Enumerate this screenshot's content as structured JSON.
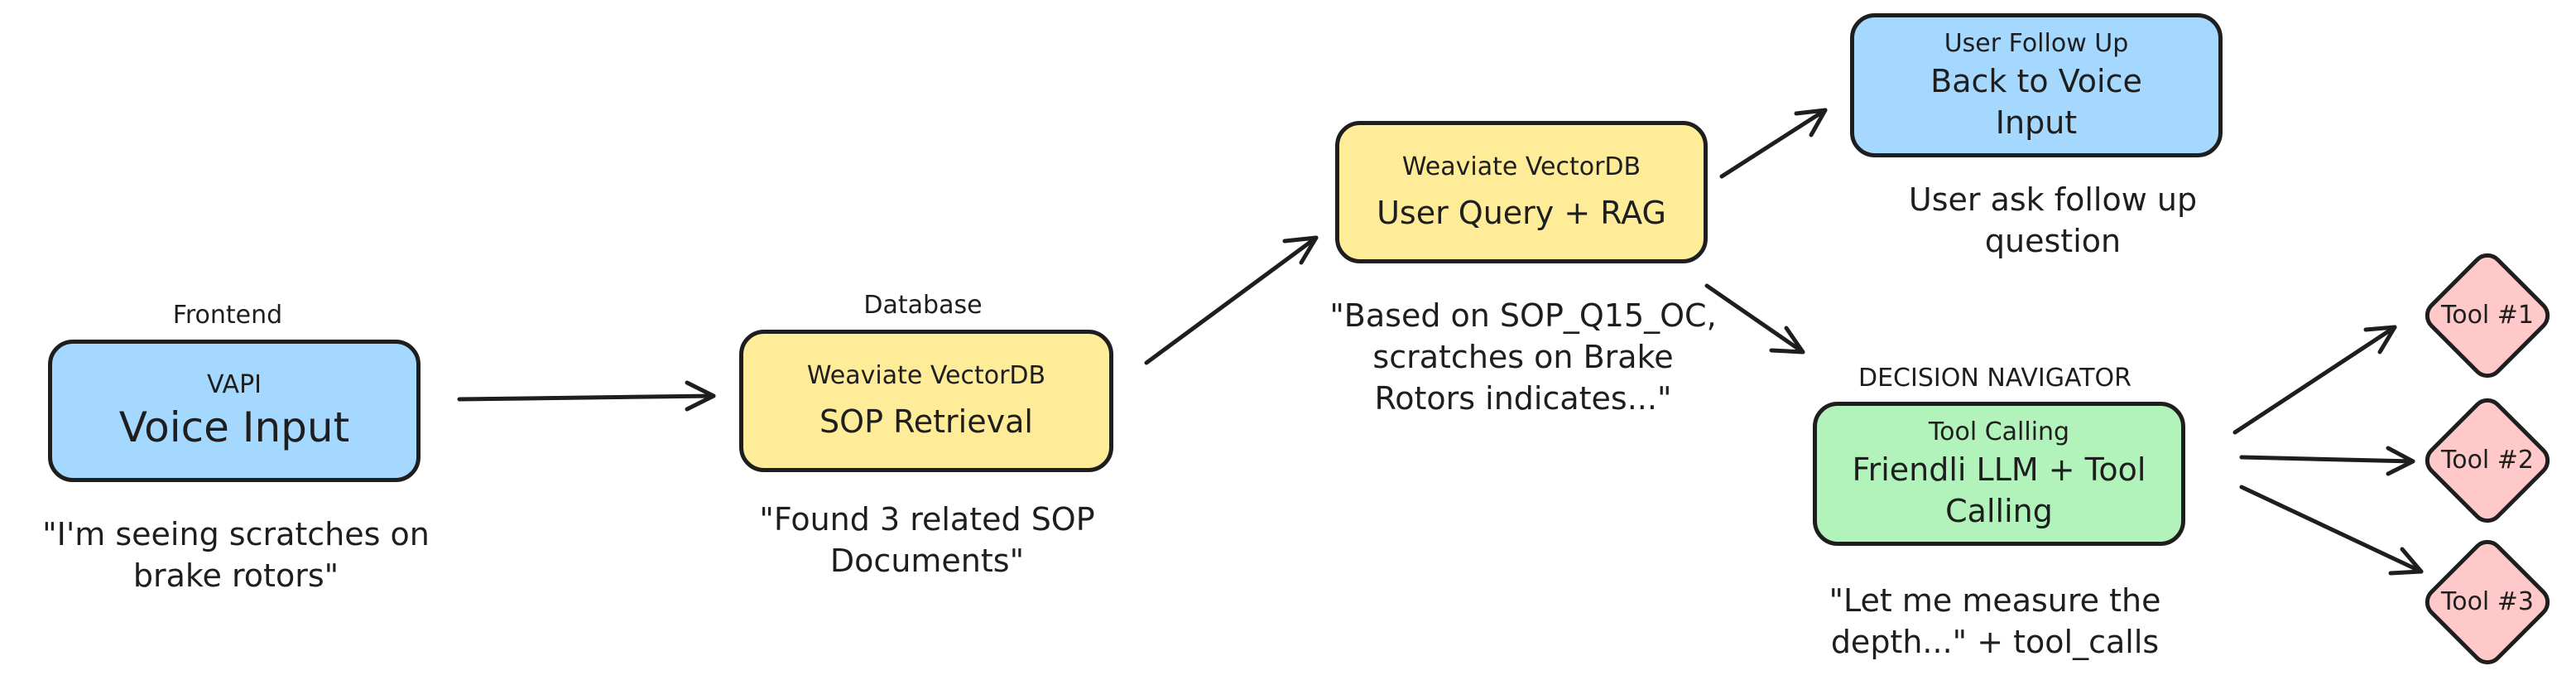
{
  "nodes": {
    "frontend": {
      "group": "Frontend",
      "subtitle": "VAPI",
      "title": "Voice Input",
      "caption_lines": [
        "\"I'm seeing scratches on",
        "brake rotors\""
      ]
    },
    "retrieval": {
      "group": "Database",
      "subtitle": "Weaviate VectorDB",
      "title": "SOP Retrieval",
      "caption_lines": [
        "\"Found 3 related SOP",
        "Documents\""
      ]
    },
    "rag": {
      "subtitle": "Weaviate VectorDB",
      "title": "User Query + RAG",
      "caption_lines": [
        "\"Based on SOP_Q15_OC,",
        "scratches on Brake",
        "Rotors indicates...\""
      ]
    },
    "followup": {
      "subtitle": "User Follow Up",
      "title_lines": [
        "Back to Voice",
        "Input"
      ],
      "caption_lines": [
        "User ask follow up",
        "question"
      ]
    },
    "decision": {
      "group": "DECISION NAVIGATOR",
      "subtitle": "Tool Calling",
      "title_lines": [
        "Friendli LLM + Tool",
        "Calling"
      ],
      "caption_lines": [
        "\"Let me measure the",
        "depth...\" + tool_calls"
      ]
    }
  },
  "tools": [
    "Tool #1",
    "Tool #2",
    "Tool #3"
  ],
  "colors": {
    "blue": "#a5d8ff",
    "yellow": "#ffec99",
    "green": "#b2f2bb",
    "red": "#ffc9c9",
    "stroke": "#1e1e1e"
  }
}
